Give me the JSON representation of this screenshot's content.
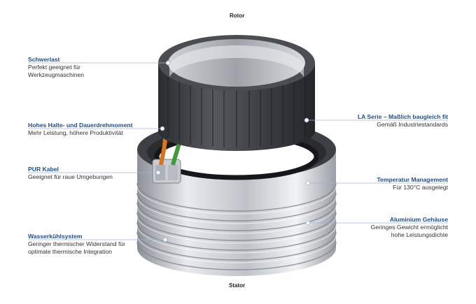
{
  "captions": {
    "top": "Rotor",
    "bottom": "Stator"
  },
  "labels": {
    "schwerlast": {
      "title": "Schwerlast",
      "desc": "Perfekt geeignet für\nWerkzeugmaschinen"
    },
    "halte": {
      "title": "Hohes Halte- und Dauerdrehmoment",
      "desc": "Mehr Leistung, höhere Produktivität"
    },
    "pur": {
      "title": "PUR Kabel",
      "desc": "Geeignet für raue Umgebungen"
    },
    "wasser": {
      "title": "Wasserkühlsystem",
      "desc": "Geringer thermischer Widerstand für\noptimale thermische Integration"
    },
    "la": {
      "title": "LA Serie – Maßlich baugleich fit",
      "desc": "Gemäß Industriestandards"
    },
    "temp": {
      "title": "Temperatur Management",
      "desc": "Für 130°C ausgelegt"
    },
    "alu": {
      "title": "Aluminium Gehäuse",
      "desc": "Geringes Gewicht ermöglicht\nhohe Leistungsdichte"
    }
  },
  "colors": {
    "accent": "#1f4e8c",
    "leader": "#9fb7d4",
    "dot": "#ffffff"
  }
}
